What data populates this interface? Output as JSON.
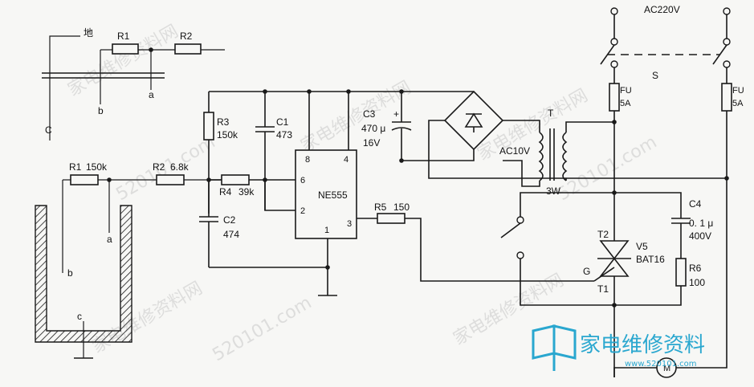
{
  "labels": {
    "ground_cn": "地",
    "r1_top": "R1",
    "r2_top": "R2",
    "node_a_top": "a",
    "node_b_top": "b",
    "node_c_top": "C",
    "r1": "R1",
    "r1_val": "150k",
    "r2": "R2",
    "r2_val": "6.8k",
    "node_a": "a",
    "node_b": "b",
    "node_c": "c",
    "r3": "R3",
    "r3_val": "150k",
    "c1": "C1",
    "c1_val": "473",
    "r4": "R4",
    "r4_val": "39k",
    "c2": "C2",
    "c2_val": "474",
    "ic": "NE555",
    "pin8": "8",
    "pin4": "4",
    "pin6": "6",
    "pin2": "2",
    "pin1": "1",
    "pin3": "3",
    "c3": "C3",
    "c3_val1": "470 μ",
    "c3_val2": "16V",
    "plus": "+",
    "t": "T",
    "ac10v": "AC10V",
    "t_power": "3W",
    "r5": "R5",
    "r5_val": "150",
    "ac220v": "AC220V",
    "s": "S",
    "fu_left": "FU",
    "fu_left_val": "5A",
    "fu_right": "FU",
    "fu_right_val": "5A",
    "c4": "C4",
    "c4_val1": "0. 1 μ",
    "c4_val2": "400V",
    "r6": "R6",
    "r6_val": "100",
    "t2": "T2",
    "t1": "T1",
    "g": "G",
    "v5": "V5",
    "bat": "BAT16",
    "motor": "M"
  },
  "watermark": {
    "cn": "家电维修资料网",
    "url": "520101.com"
  },
  "brand": {
    "name": "家电维修资料",
    "url": "www.520101.com",
    "color": "#2aa7cf",
    "icon": "book-icon"
  }
}
